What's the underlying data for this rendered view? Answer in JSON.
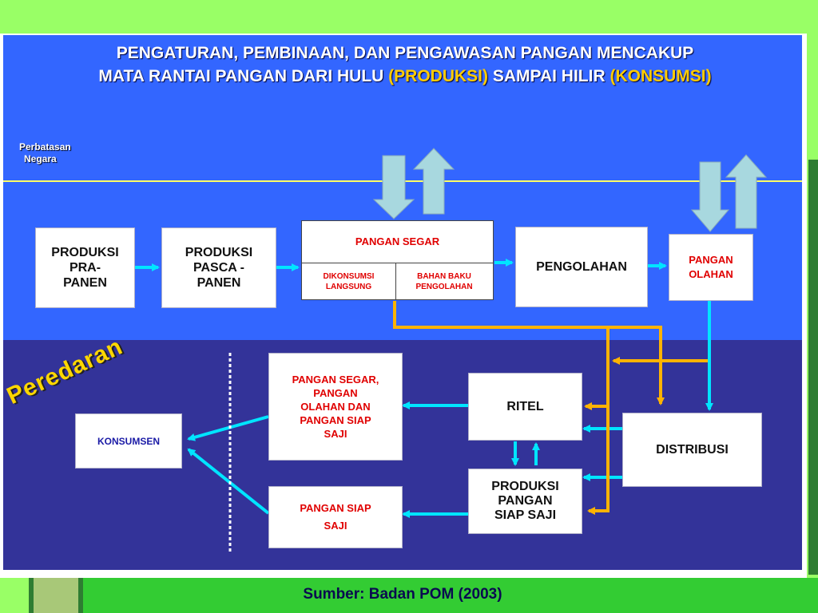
{
  "title": {
    "line1": "PENGATURAN, PEMBINAAN, DAN PENGAWASAN PANGAN MENCAKUP",
    "line2_a": "MATA RANTAI PANGAN DARI HULU ",
    "line2_b": "(PRODUKSI)",
    "line2_c": " SAMPAI HILIR ",
    "line2_d": "(KONSUMSI)"
  },
  "border_label": {
    "line1": "Perbatasan",
    "line2": "Negara"
  },
  "section_label": "Peredaran",
  "boxes": {
    "pra_panen": [
      "PRODUKSI",
      "PRA-",
      "PANEN"
    ],
    "pasca_panen": [
      "PRODUKSI",
      "PASCA -",
      "PANEN"
    ],
    "pangan_segar": "PANGAN SEGAR",
    "dikonsumsi": [
      "DIKONSUMSI",
      "LANGSUNG"
    ],
    "bahan_baku": [
      "BAHAN BAKU",
      "PENGOLAHAN"
    ],
    "pengolahan": "PENGOLAHAN",
    "pangan_olahan": [
      "PANGAN",
      "OLAHAN"
    ],
    "ritel": "RITEL",
    "distribusi": "DISTRIBUSI",
    "produksi_siap_saji": [
      "PRODUKSI",
      "PANGAN",
      "SIAP SAJI"
    ],
    "pangan_mix": [
      "PANGAN SEGAR,",
      "PANGAN",
      "OLAHAN DAN",
      "PANGAN SIAP",
      "SAJI"
    ],
    "pangan_siap_saji": [
      "PANGAN SIAP",
      "SAJI"
    ],
    "konsumsen": "KONSUMSEN"
  },
  "footer": {
    "source": "Sumber: Badan POM (2003)"
  },
  "colors": {
    "upper_bg": "#3366ff",
    "lower_bg": "#333399",
    "arrow_cyan": "#00e5ff",
    "arrow_orange": "#ffb300",
    "import_arrow": "#a8d8df"
  }
}
